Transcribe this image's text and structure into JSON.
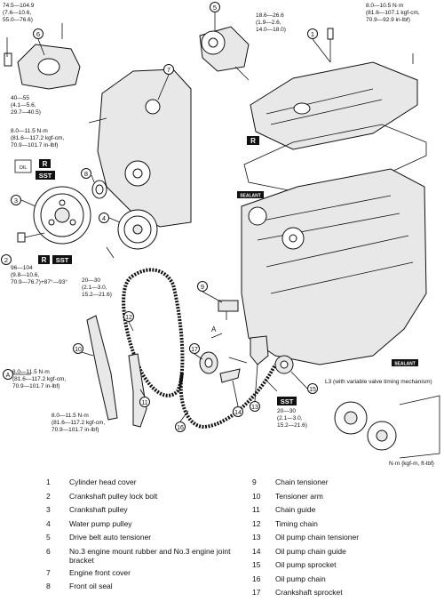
{
  "torques": {
    "t1": [
      "74.5—104.9",
      "(7.6—10.6,",
      "55.0—76.6)"
    ],
    "t2": [
      "18.6—26.6",
      "(1.9—2.6,",
      "14.0—18.0)"
    ],
    "t3": [
      "8.0—10.5 N·m",
      "(81.6—107.1 kgf-cm,",
      "70.9—92.9 in-lbf)"
    ],
    "t4": [
      "40—55",
      "(4.1—5.6,",
      "29.7—40.5)"
    ],
    "t5": [
      "8.0—11.5 N·m",
      "(81.6—117.2 kgf-cm,",
      "70.9—101.7 in-lbf)"
    ],
    "t6": [
      "96—104",
      "(9.8—10.6,",
      "70.9—76.7)+87°—93°"
    ],
    "t7": [
      "20—30",
      "(2.1—3.0,",
      "15.2—21.6)"
    ],
    "t8": [
      "8.0—11.5 N·m",
      "(81.6—117.2 kgf-cm,",
      "70.9—101.7 in-lbf)"
    ],
    "t9": [
      "8.0—11.5 N·m",
      "(81.6—117.2 kgf-cm,",
      "70.9—101.7 in-lbf)"
    ],
    "t10": [
      "20—30",
      "(2.1—3.0,",
      "15.2—21.6)"
    ]
  },
  "badges": {
    "r": "R",
    "sst": "SST",
    "sealant": "SEALANT",
    "a": "A"
  },
  "callouts": [
    "1",
    "2",
    "3",
    "4",
    "5",
    "6",
    "7",
    "8",
    "9",
    "10",
    "11",
    "12",
    "13",
    "14",
    "15",
    "16",
    "17"
  ],
  "l3_note": "L3 (with variable valve timing mechanism)",
  "units": "N·m {kgf-m, ft-lbf}",
  "legend": {
    "left": [
      {
        "num": "1",
        "text": "Cylinder head cover"
      },
      {
        "num": "2",
        "text": "Crankshaft pulley lock bolt"
      },
      {
        "num": "3",
        "text": "Crankshaft pulley"
      },
      {
        "num": "4",
        "text": "Water pump pulley"
      },
      {
        "num": "5",
        "text": "Drive belt auto tensioner"
      },
      {
        "num": "6",
        "text": "No.3 engine mount rubber and No.3 engine joint bracket"
      },
      {
        "num": "7",
        "text": "Engine front cover"
      },
      {
        "num": "8",
        "text": "Front oil seal"
      }
    ],
    "right": [
      {
        "num": "9",
        "text": "Chain tensioner"
      },
      {
        "num": "10",
        "text": "Tensioner arm"
      },
      {
        "num": "11",
        "text": "Chain guide"
      },
      {
        "num": "12",
        "text": "Timing chain"
      },
      {
        "num": "13",
        "text": "Oil pump chain tensioner"
      },
      {
        "num": "14",
        "text": "Oil pump chain guide"
      },
      {
        "num": "15",
        "text": "Oil pump sprocket"
      },
      {
        "num": "16",
        "text": "Oil pump chain"
      },
      {
        "num": "17",
        "text": "Crankshaft sprocket"
      }
    ]
  }
}
